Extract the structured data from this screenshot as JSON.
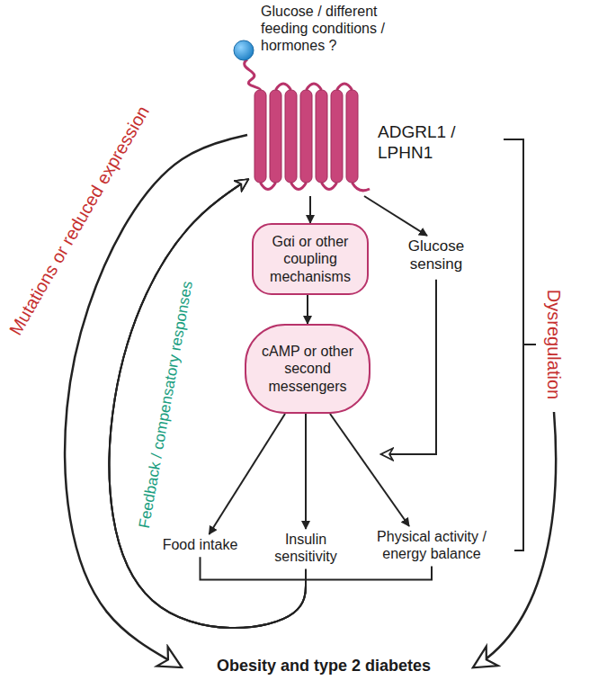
{
  "diagram": {
    "nodes": [
      {
        "text": [
          "ADGRL1 / LPHN1"
        ]
      },
      {
        "text": [
          "Gαi or other coupling mechanisms"
        ]
      },
      {
        "text": [
          "Glucose sensing"
        ]
      },
      {
        "text": [
          "cAMP or other second messengers"
        ]
      },
      {
        "text": [
          "Food intake"
        ]
      },
      {
        "text": [
          "Insulin sensitivity"
        ]
      },
      {
        "text": [
          "Physical activity / energy balance"
        ]
      },
      {
        "text": [
          "Obesity and type 2 diabetes"
        ]
      }
    ],
    "edges": [
      {
        "from": 0,
        "to": 1,
        "arrow": "to"
      },
      {
        "from": 0,
        "to": 2,
        "arrow": "to"
      },
      {
        "from": 1,
        "to": 3,
        "arrow": "to"
      },
      {
        "from": 3,
        "to": 4,
        "arrow": "to"
      },
      {
        "from": 3,
        "to": 5,
        "arrow": "to"
      },
      {
        "from": 3,
        "to": 6,
        "arrow": "to"
      },
      {
        "from": 4,
        "to": 0,
        "arrow": "to"
      },
      {
        "from": 5,
        "to": 0,
        "arrow": "to"
      },
      {
        "from": 6,
        "to": 0,
        "arrow": "to"
      },
      {
        "from": 0,
        "to": 7,
        "arrow": "to"
      }
    ],
    "labels": [
      "Glucose / different feeding conditions / hormones ?",
      "Mutations or reduced expression",
      "Feedback / compensatory responses",
      "Dysregulation"
    ]
  }
}
